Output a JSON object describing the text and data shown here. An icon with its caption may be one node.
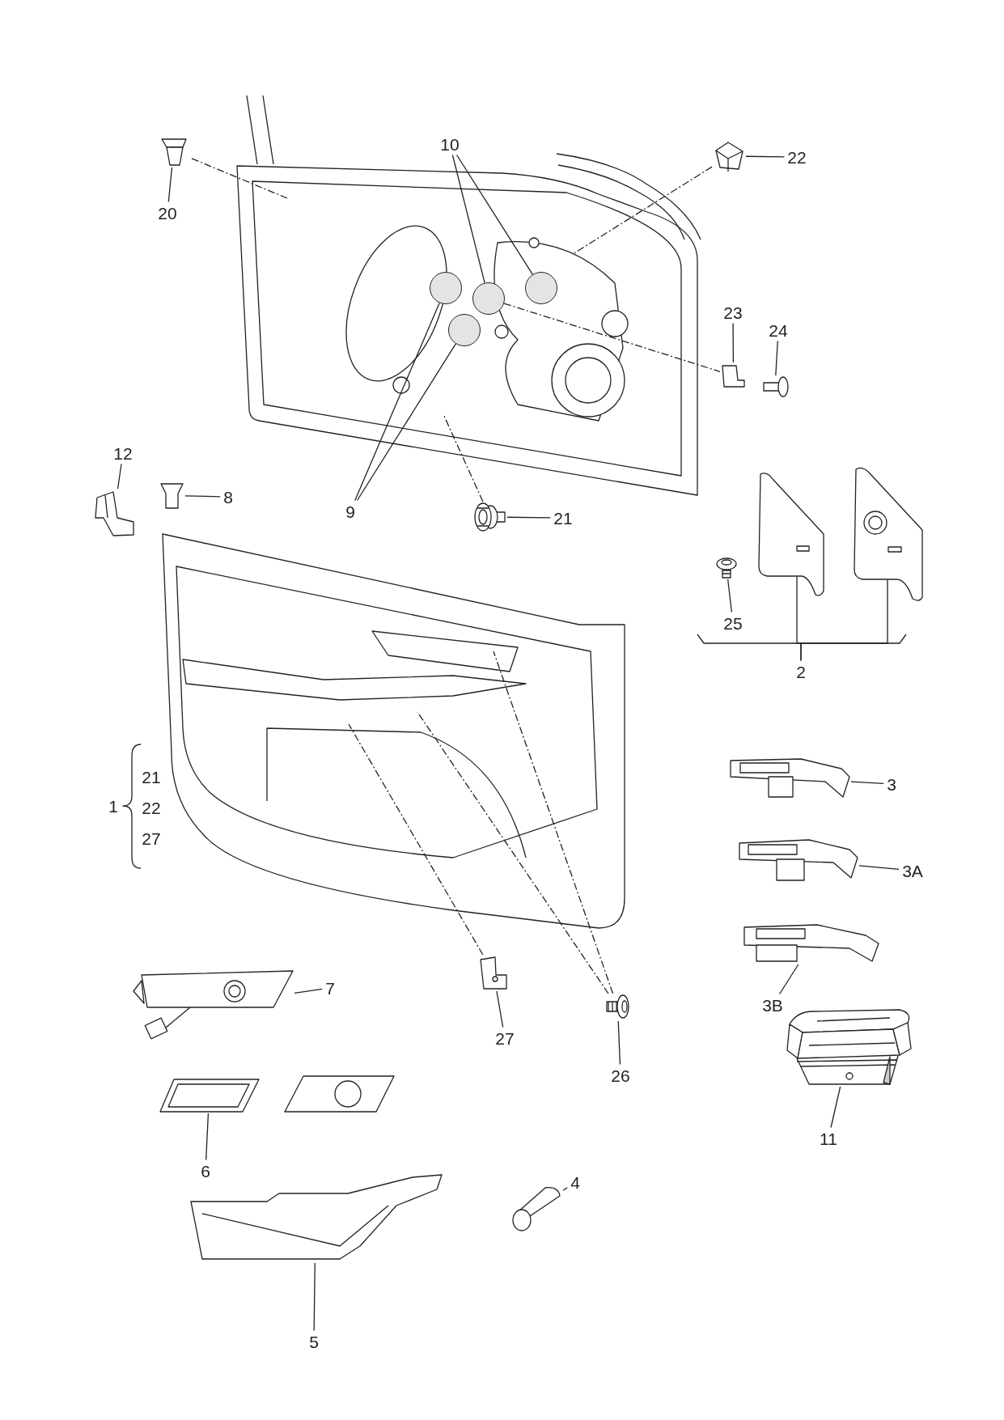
{
  "diagram": {
    "nodes": [
      {
        "text": [],
        "shape": "picture"
      },
      {
        "text": [],
        "shape": "circle",
        "in": 0
      },
      {
        "text": [],
        "shape": "circle",
        "in": 0
      },
      {
        "text": [],
        "shape": "circle",
        "in": 0
      },
      {
        "text": [],
        "shape": "circle",
        "in": 0
      },
      {
        "text": [
          "10"
        ]
      },
      {
        "text": [
          "9"
        ]
      },
      {
        "text": [],
        "shape": "picture"
      },
      {
        "text": [
          "20"
        ]
      },
      {
        "text": [],
        "shape": "picture"
      },
      {
        "text": [
          "22"
        ]
      },
      {
        "text": [],
        "shape": "picture"
      },
      {
        "text": [
          "23"
        ]
      },
      {
        "text": [],
        "shape": "picture"
      },
      {
        "text": [
          "24"
        ]
      },
      {
        "text": [],
        "shape": "picture"
      },
      {
        "text": [
          "12"
        ]
      },
      {
        "text": [],
        "shape": "picture"
      },
      {
        "text": [
          "8"
        ]
      },
      {
        "text": [],
        "shape": "picture"
      },
      {
        "text": [
          "21"
        ]
      },
      {
        "text": [],
        "shape": "picture",
        "beside": [
          "1",
          "21",
          "22",
          "27"
        ]
      },
      {
        "text": [],
        "shape": "picture"
      },
      {
        "text": [
          "25"
        ]
      },
      {
        "text": [],
        "shape": "picture"
      },
      {
        "text": [],
        "shape": "picture"
      },
      {
        "text": [
          "2"
        ]
      },
      {
        "text": [],
        "shape": "picture"
      },
      {
        "text": [
          "3"
        ]
      },
      {
        "text": [],
        "shape": "picture"
      },
      {
        "text": [
          "3A"
        ]
      },
      {
        "text": [],
        "shape": "picture"
      },
      {
        "text": [
          "3B"
        ]
      },
      {
        "text": [],
        "shape": "picture"
      },
      {
        "text": [
          "11"
        ]
      },
      {
        "text": [],
        "shape": "picture"
      },
      {
        "text": [
          "7"
        ]
      },
      {
        "text": [],
        "shape": "picture"
      },
      {
        "text": [
          "27"
        ]
      },
      {
        "text": [],
        "shape": "picture"
      },
      {
        "text": [
          "26"
        ]
      },
      {
        "text": [],
        "shape": "picture"
      },
      {
        "text": [
          "6"
        ]
      },
      {
        "text": [],
        "shape": "picture"
      },
      {
        "text": [],
        "shape": "picture"
      },
      {
        "text": [
          "4"
        ]
      },
      {
        "text": [],
        "shape": "picture"
      },
      {
        "text": [
          "5"
        ]
      }
    ],
    "edges": [
      {
        "from": 5,
        "to": 2,
        "arrow": "none"
      },
      {
        "from": 5,
        "to": 3,
        "arrow": "none"
      },
      {
        "from": 6,
        "to": 1,
        "arrow": "none"
      },
      {
        "from": 6,
        "to": 4,
        "arrow": "none"
      },
      {
        "from": 8,
        "to": 7,
        "arrow": "none"
      },
      {
        "from": 10,
        "to": 9,
        "arrow": "none"
      },
      {
        "from": 12,
        "to": 11,
        "arrow": "none"
      },
      {
        "from": 14,
        "to": 13,
        "arrow": "none"
      },
      {
        "from": 16,
        "to": 15,
        "arrow": "none"
      },
      {
        "from": 18,
        "to": 17,
        "arrow": "none"
      },
      {
        "from": 20,
        "to": 19,
        "arrow": "none"
      },
      {
        "from": 23,
        "to": 22,
        "arrow": "none"
      },
      {
        "from": 26,
        "to": 24,
        "arrow": "none"
      },
      {
        "from": 26,
        "to": 25,
        "arrow": "none"
      },
      {
        "from": 28,
        "to": 27,
        "arrow": "none"
      },
      {
        "from": 30,
        "to": 29,
        "arrow": "none"
      },
      {
        "from": 32,
        "to": 31,
        "arrow": "none"
      },
      {
        "from": 34,
        "to": 33,
        "arrow": "none"
      },
      {
        "from": 36,
        "to": 35,
        "arrow": "none"
      },
      {
        "from": 38,
        "to": 37,
        "arrow": "none"
      },
      {
        "from": 40,
        "to": 39,
        "arrow": "none"
      },
      {
        "from": 42,
        "to": 41,
        "arrow": "none"
      },
      {
        "from": 45,
        "to": 44,
        "arrow": "none"
      },
      {
        "from": 47,
        "to": 46,
        "arrow": "none"
      },
      {
        "from": 7,
        "to": 0,
        "arrow": "none",
        "style": "dashed"
      },
      {
        "from": 9,
        "to": 0,
        "arrow": "none",
        "style": "dashed"
      },
      {
        "from": 2,
        "to": 11,
        "arrow": "none",
        "style": "dashed"
      },
      {
        "from": 19,
        "to": 0,
        "arrow": "none",
        "style": "dashed"
      },
      {
        "from": 37,
        "to": 21,
        "arrow": "none",
        "style": "dashed"
      },
      {
        "from": 39,
        "to": 21,
        "arrow": "none",
        "style": "dashed"
      },
      {
        "from": 39,
        "to": 21,
        "arrow": "none",
        "style": "dashed"
      }
    ]
  }
}
